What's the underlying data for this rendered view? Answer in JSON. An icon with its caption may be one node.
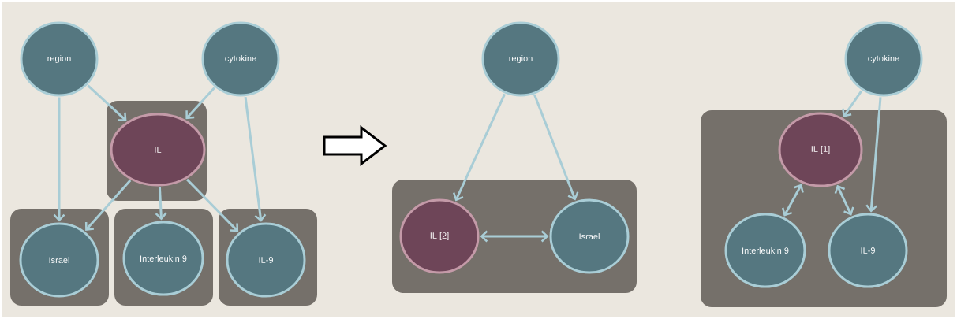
{
  "diagram": {
    "nodes": [
      {
        "text": [
          "region"
        ]
      },
      {
        "text": [
          "cytokine"
        ]
      },
      {
        "text": [],
        "shape": "box"
      },
      {
        "text": [
          "IL"
        ],
        "in": 2
      },
      {
        "text": [],
        "shape": "box"
      },
      {
        "text": [
          "Israel"
        ],
        "in": 4
      },
      {
        "text": [],
        "shape": "box"
      },
      {
        "text": [
          "Interleukin 9"
        ],
        "in": 6
      },
      {
        "text": [],
        "shape": "box"
      },
      {
        "text": [
          "IL-9"
        ],
        "in": 8
      },
      {
        "text": [
          "region"
        ]
      },
      {
        "text": [],
        "shape": "box"
      },
      {
        "text": [
          "IL [2]"
        ],
        "in": 11
      },
      {
        "text": [
          "Israel"
        ],
        "in": 11
      },
      {
        "text": [
          "cytokine"
        ]
      },
      {
        "text": [],
        "shape": "box"
      },
      {
        "text": [
          "IL [1]"
        ],
        "in": 15
      },
      {
        "text": [
          "Interleukin 9"
        ],
        "in": 15
      },
      {
        "text": [
          "IL-9"
        ],
        "in": 15
      }
    ],
    "edges": [
      {
        "from": 0,
        "to": 3,
        "arrow": "to"
      },
      {
        "from": 0,
        "to": 5,
        "arrow": "to"
      },
      {
        "from": 1,
        "to": 3,
        "arrow": "to"
      },
      {
        "from": 1,
        "to": 9,
        "arrow": "to"
      },
      {
        "from": 3,
        "to": 5,
        "arrow": "to"
      },
      {
        "from": 3,
        "to": 7,
        "arrow": "to"
      },
      {
        "from": 3,
        "to": 9,
        "arrow": "to"
      },
      {
        "from": 10,
        "to": 12,
        "arrow": "to"
      },
      {
        "from": 10,
        "to": 13,
        "arrow": "to"
      },
      {
        "from": 12,
        "to": 13,
        "arrow": "both"
      },
      {
        "from": 14,
        "to": 16,
        "arrow": "to"
      },
      {
        "from": 14,
        "to": 18,
        "arrow": "to"
      },
      {
        "from": 16,
        "to": 17,
        "arrow": "both"
      },
      {
        "from": 16,
        "to": 18,
        "arrow": "both"
      }
    ]
  }
}
